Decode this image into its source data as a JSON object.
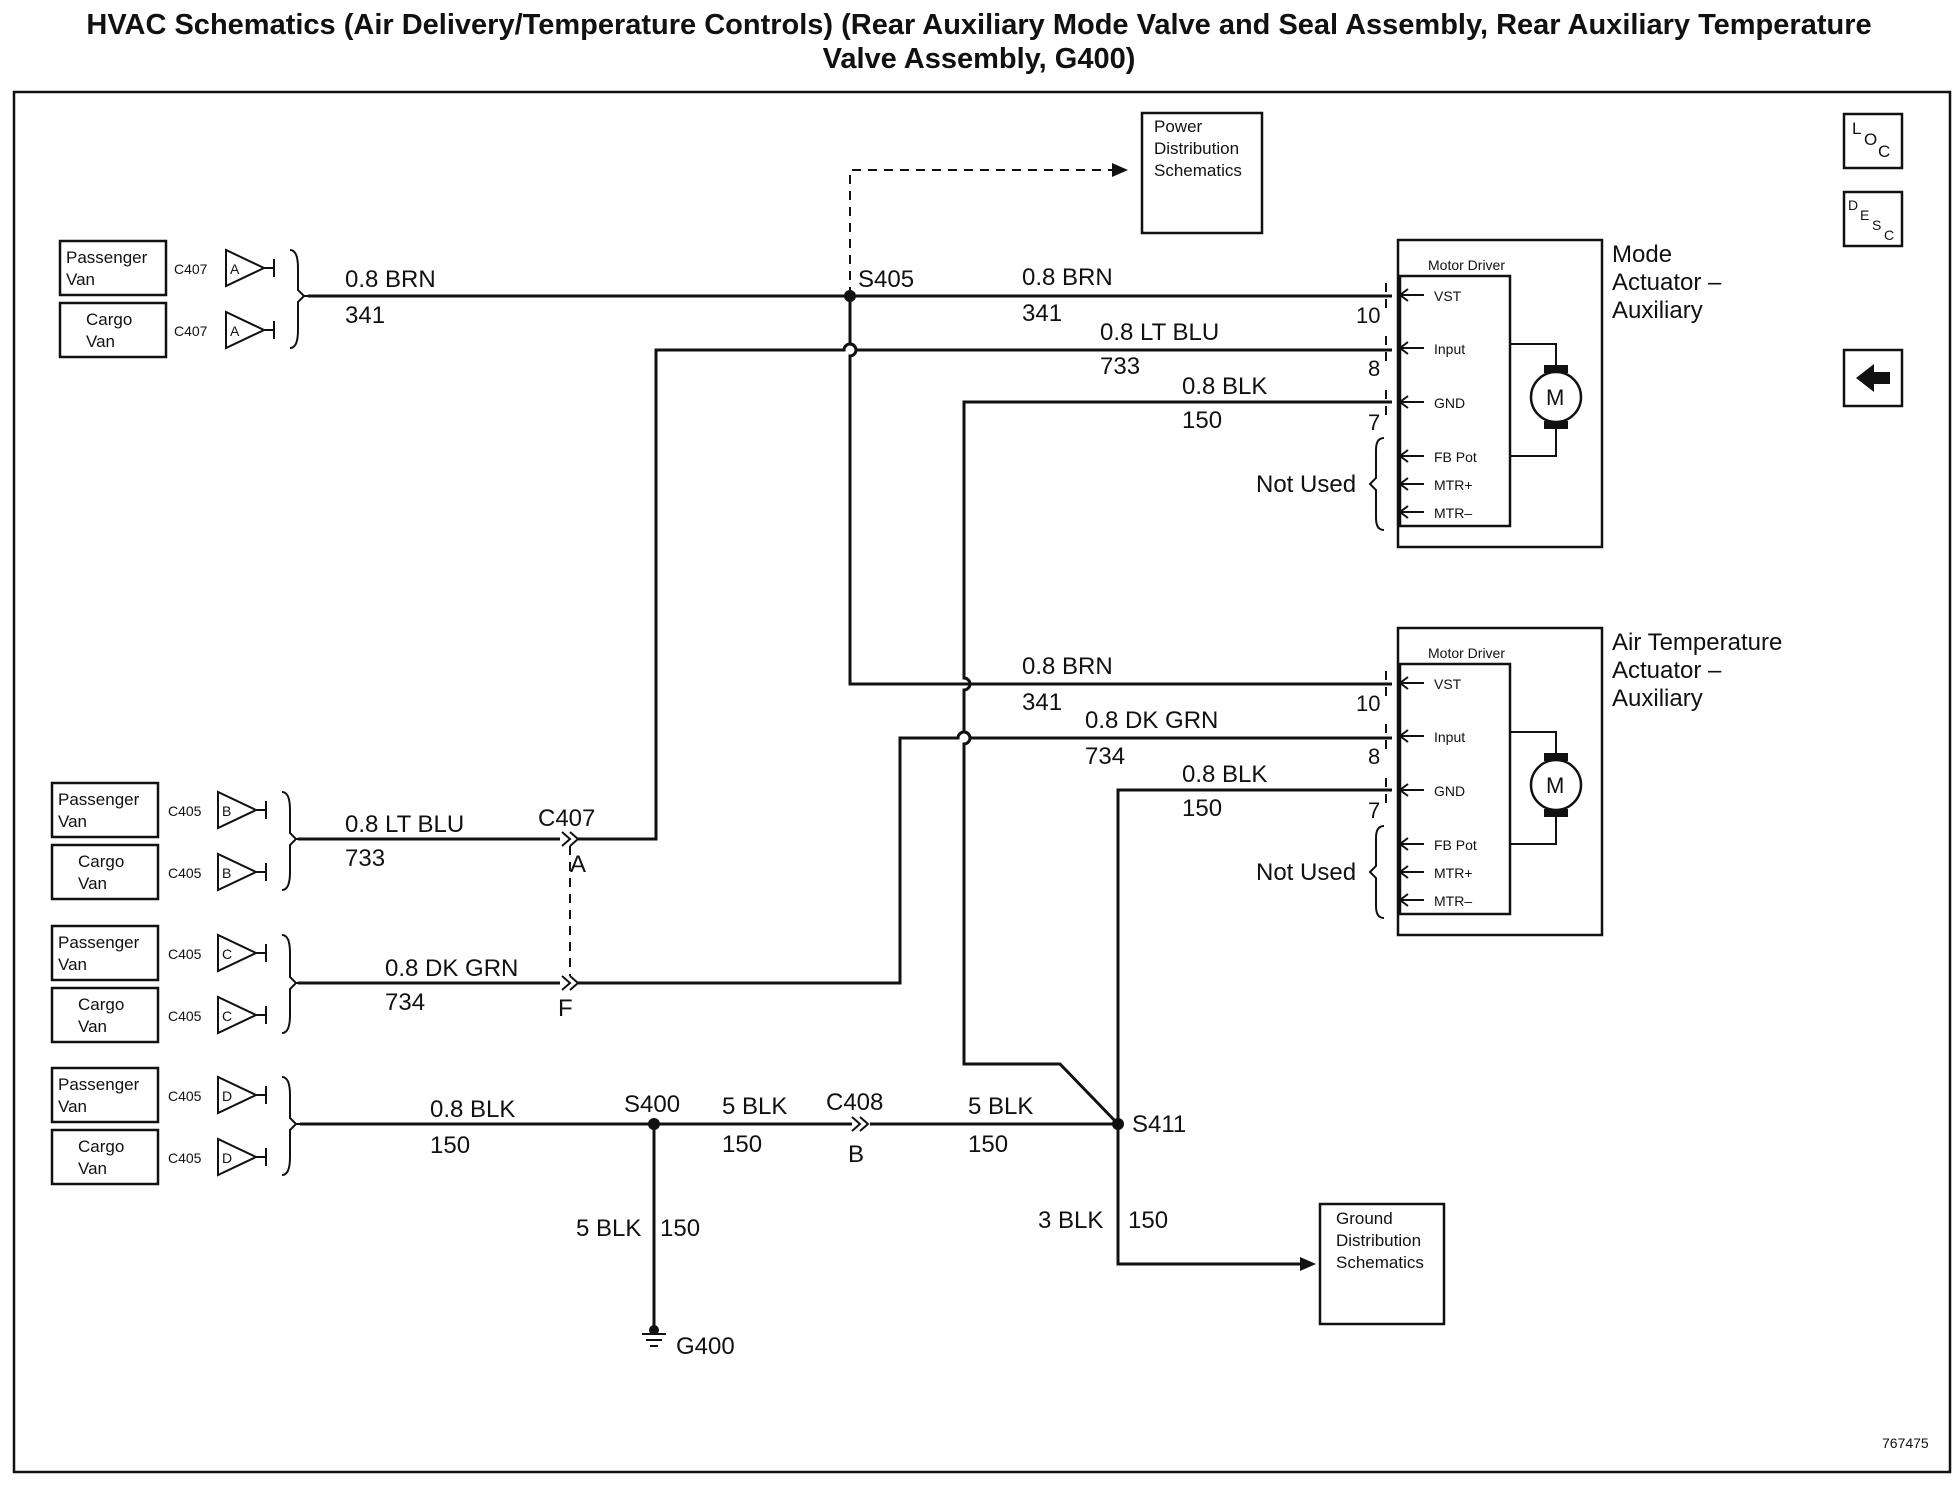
{
  "title": {
    "line1": "HVAC Schematics (Air Delivery/Temperature Controls) (Rear Auxiliary Mode Valve and Seal Assembly, Rear Auxiliary Temperature",
    "line2": "Valve Assembly, G400)"
  },
  "nav_icons": {
    "loc": "LOC",
    "desc": "DESC",
    "back": "back-arrow-icon"
  },
  "figure_id": "767475",
  "connectors": {
    "c407": "C407",
    "c405": "C405",
    "c408": "C408",
    "pin_a": "A",
    "pin_b": "B",
    "pin_c": "C",
    "pin_d": "D",
    "pin_f": "F"
  },
  "vehicles": {
    "passenger": [
      "Passenger",
      "Van"
    ],
    "cargo": [
      "Cargo",
      "Van"
    ]
  },
  "wires": {
    "brn": "0.8 BRN",
    "brn_circuit": "341",
    "ltblu": "0.8 LT BLU",
    "ltblu_circuit": "733",
    "dkgrn": "0.8 DK GRN",
    "dkgrn_circuit": "734",
    "blk": "0.8 BLK",
    "blk_circuit": "150",
    "blk5": "5 BLK",
    "blk3": "3 BLK"
  },
  "splices": {
    "s405": "S405",
    "s400": "S400",
    "s411": "S411"
  },
  "ground": {
    "g400": "G400"
  },
  "references": {
    "power": [
      "Power",
      "Distribution",
      "Schematics"
    ],
    "ground": [
      "Ground",
      "Distribution",
      "Schematics"
    ]
  },
  "actuators": [
    {
      "title": [
        "Mode",
        "Actuator –",
        "Auxiliary"
      ],
      "driver_label": "Motor Driver",
      "motor": "M",
      "pins": {
        "vst": "VST",
        "input": "Input",
        "gnd": "GND",
        "fbpot": "FB Pot",
        "mtrp": "MTR+",
        "mtrm": "MTR–"
      },
      "pin_numbers": [
        "10",
        "8",
        "7"
      ],
      "not_used": "Not Used"
    },
    {
      "title": [
        "Air Temperature",
        "Actuator –",
        "Auxiliary"
      ],
      "driver_label": "Motor Driver",
      "motor": "M",
      "pins": {
        "vst": "VST",
        "input": "Input",
        "gnd": "GND",
        "fbpot": "FB Pot",
        "mtrp": "MTR+",
        "mtrm": "MTR–"
      },
      "pin_numbers": [
        "10",
        "8",
        "7"
      ],
      "not_used": "Not Used"
    }
  ],
  "colors": {
    "ink": "#111111",
    "paper": "#ffffff"
  }
}
